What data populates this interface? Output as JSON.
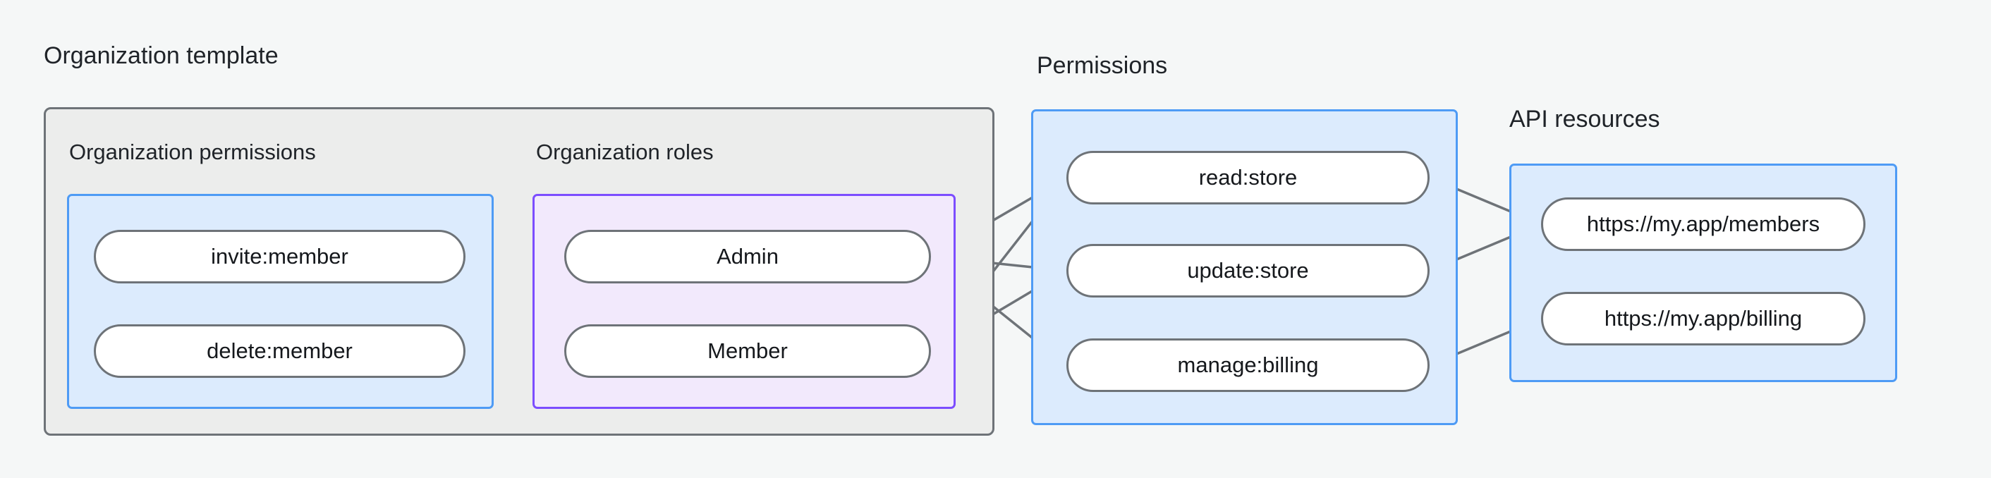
{
  "diagram": {
    "type": "relationship-flow",
    "background_color": "#f5f7f7",
    "node_fill": "#ffffff",
    "node_border_color": "#6e7378",
    "edge_color": "#6e7378",
    "groups": [
      {
        "id": "organization-template",
        "title": "Organization template",
        "fill": "#ecedec",
        "border": "#6e7378",
        "subgroups": [
          {
            "id": "organization-permissions",
            "title": "Organization permissions",
            "fill": "#dcebfd",
            "border": "#4e9bf5",
            "nodes": [
              {
                "id": "invite-member",
                "label": "invite:member"
              },
              {
                "id": "delete-member",
                "label": "delete:member"
              }
            ]
          },
          {
            "id": "organization-roles",
            "title": "Organization roles",
            "fill": "#f2e9fc",
            "border": "#7c4dff",
            "nodes": [
              {
                "id": "admin",
                "label": "Admin"
              },
              {
                "id": "member",
                "label": "Member"
              }
            ]
          }
        ]
      },
      {
        "id": "permissions",
        "title": "Permissions",
        "fill": "#dcebfd",
        "border": "#4e9bf5",
        "nodes": [
          {
            "id": "read-store",
            "label": "read:store"
          },
          {
            "id": "update-store",
            "label": "update:store"
          },
          {
            "id": "manage-billing",
            "label": "manage:billing"
          }
        ]
      },
      {
        "id": "api-resources",
        "title": "API resources",
        "fill": "#dcebfd",
        "border": "#4e9bf5",
        "nodes": [
          {
            "id": "members-url",
            "label": "https://my.app/members"
          },
          {
            "id": "billing-url",
            "label": "https://my.app/billing"
          }
        ]
      }
    ],
    "edges": [
      {
        "from": "invite-member",
        "to": "admin"
      },
      {
        "from": "invite-member",
        "to": "member"
      },
      {
        "from": "delete-member",
        "to": "member"
      },
      {
        "from": "admin",
        "to": "read-store"
      },
      {
        "from": "admin",
        "to": "update-store"
      },
      {
        "from": "admin",
        "to": "manage-billing"
      },
      {
        "from": "member",
        "to": "read-store"
      },
      {
        "from": "member",
        "to": "update-store"
      },
      {
        "from": "read-store",
        "to": "members-url"
      },
      {
        "from": "update-store",
        "to": "members-url"
      },
      {
        "from": "manage-billing",
        "to": "billing-url"
      }
    ]
  }
}
